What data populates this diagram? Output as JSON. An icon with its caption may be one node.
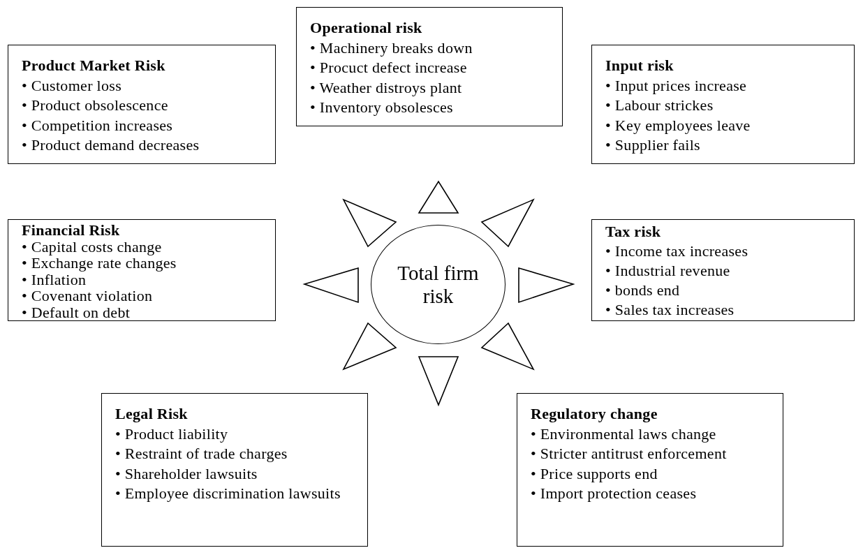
{
  "diagram": {
    "nodes": [
      {
        "text": [
          "Operational risk",
          "• Machinery breaks down",
          "• Procuct defect increase",
          "• Weather distroys plant",
          "• Inventory obsolesces"
        ]
      },
      {
        "text": [
          "Product Market Risk",
          "• Customer loss",
          "• Product obsolescence",
          "• Competition increases",
          "• Product demand decreases"
        ]
      },
      {
        "text": [
          "Input risk",
          "• Input prices increase",
          "• Labour strickes",
          "• Key employees leave",
          "• Supplier fails"
        ]
      },
      {
        "text": [
          "Financial Risk",
          "• Capital costs change",
          "• Exchange rate changes",
          "• Inflation",
          "• Covenant violation",
          "• Default on debt"
        ]
      },
      {
        "text": [
          "Total firm risk"
        ]
      },
      {
        "text": [
          "Tax risk",
          "• Income tax increases",
          "• Industrial revenue",
          "• bonds end",
          "• Sales tax increases"
        ]
      },
      {
        "text": [
          "Legal Risk",
          "• Product liability",
          "• Restraint of trade charges",
          "• Shareholder lawsuits",
          "• Employee discrimination lawsuits"
        ]
      },
      {
        "text": [
          "Regulatory change",
          "• Environmental laws change",
          "• Stricter antitrust enforcement",
          "• Price supports end",
          "• Import protection ceases"
        ]
      }
    ]
  }
}
